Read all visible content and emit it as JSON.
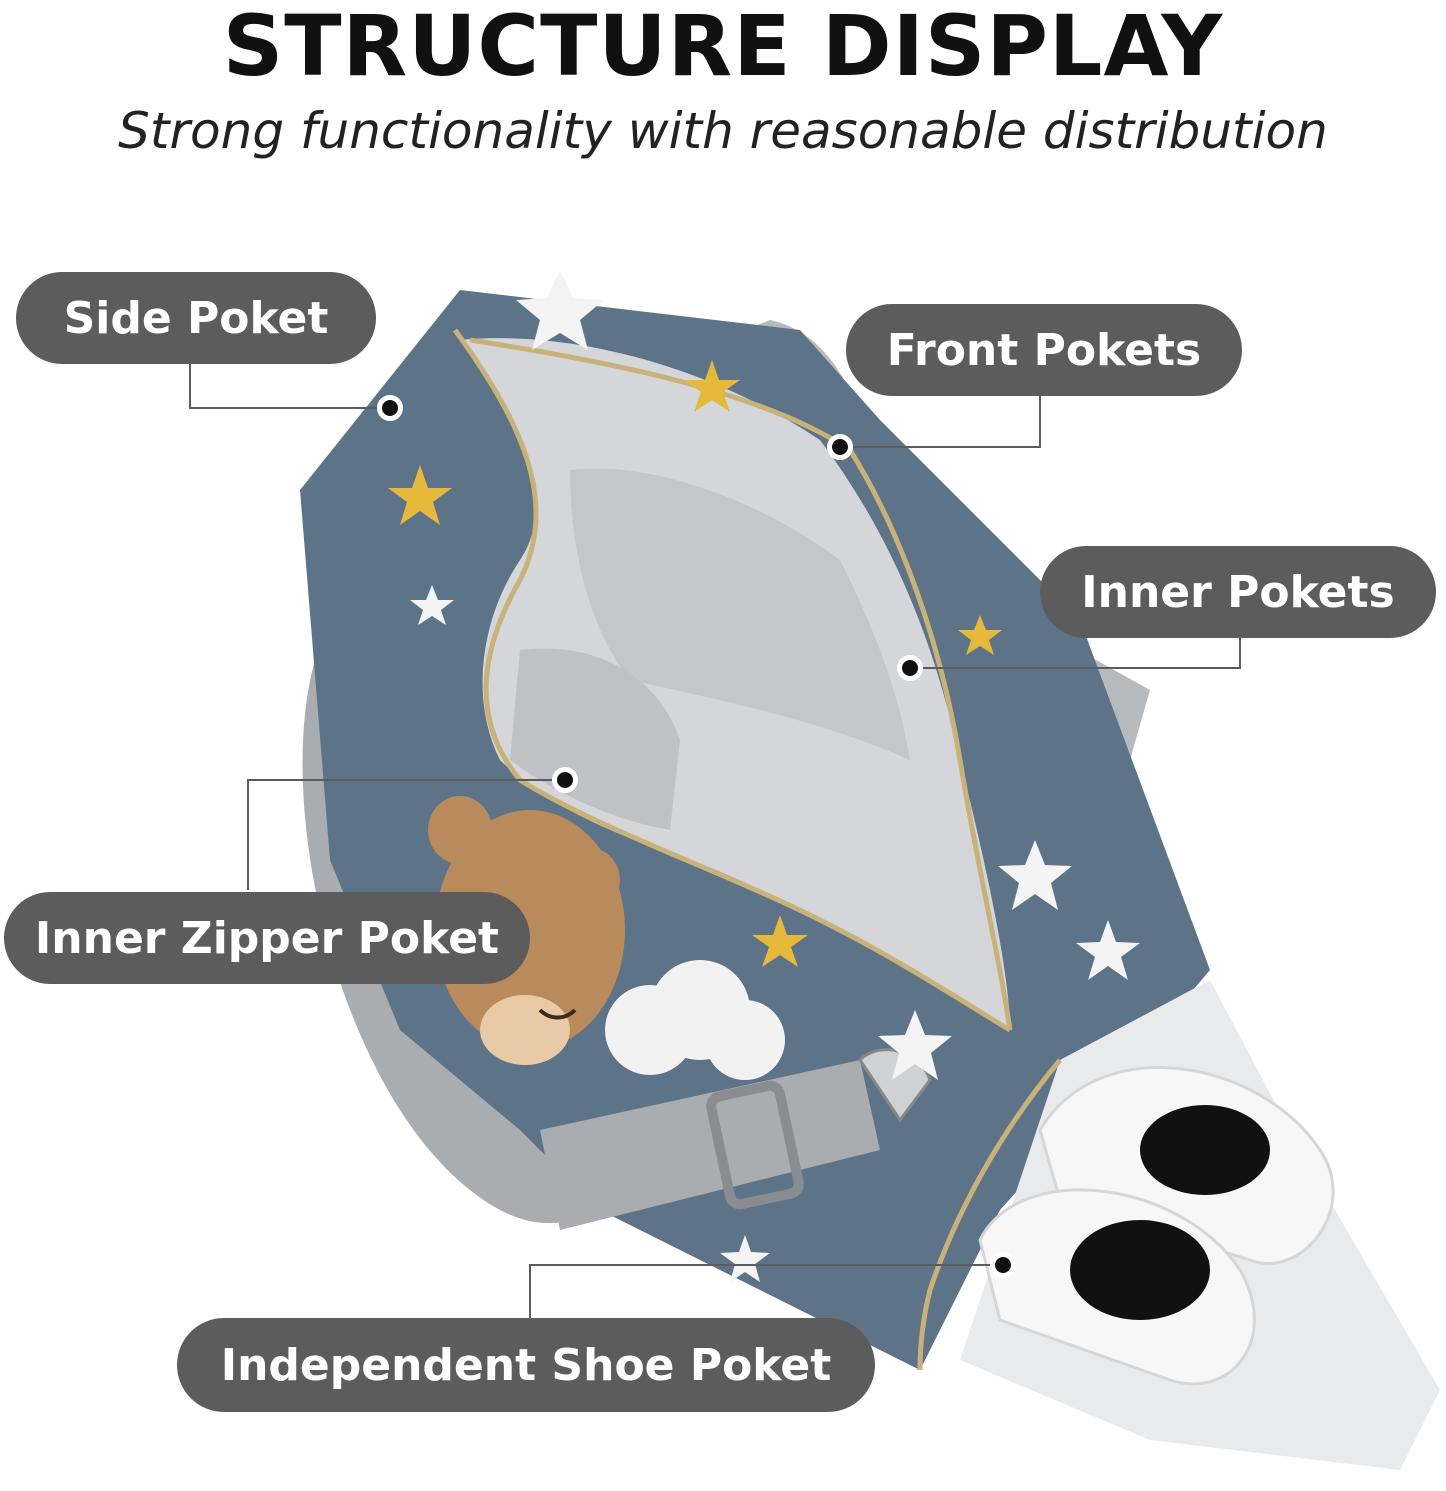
{
  "header": {
    "title": "STRUCTURE DISPLAY",
    "subtitle": "Strong functionality with reasonable distribution"
  },
  "callouts": {
    "side_pocket": "Side Poket",
    "front_pockets": "Front Pokets",
    "inner_pockets": "Inner Pokets",
    "inner_zipper_pocket": "Inner Zipper Poket",
    "shoe_pocket": "Independent Shoe Poket"
  },
  "colors": {
    "bag_body": "#5d7388",
    "lining": "#d4d6da",
    "strap": "#a9acb0",
    "callout_pill": "#5c5c5c",
    "star_gold": "#e6b93a"
  }
}
